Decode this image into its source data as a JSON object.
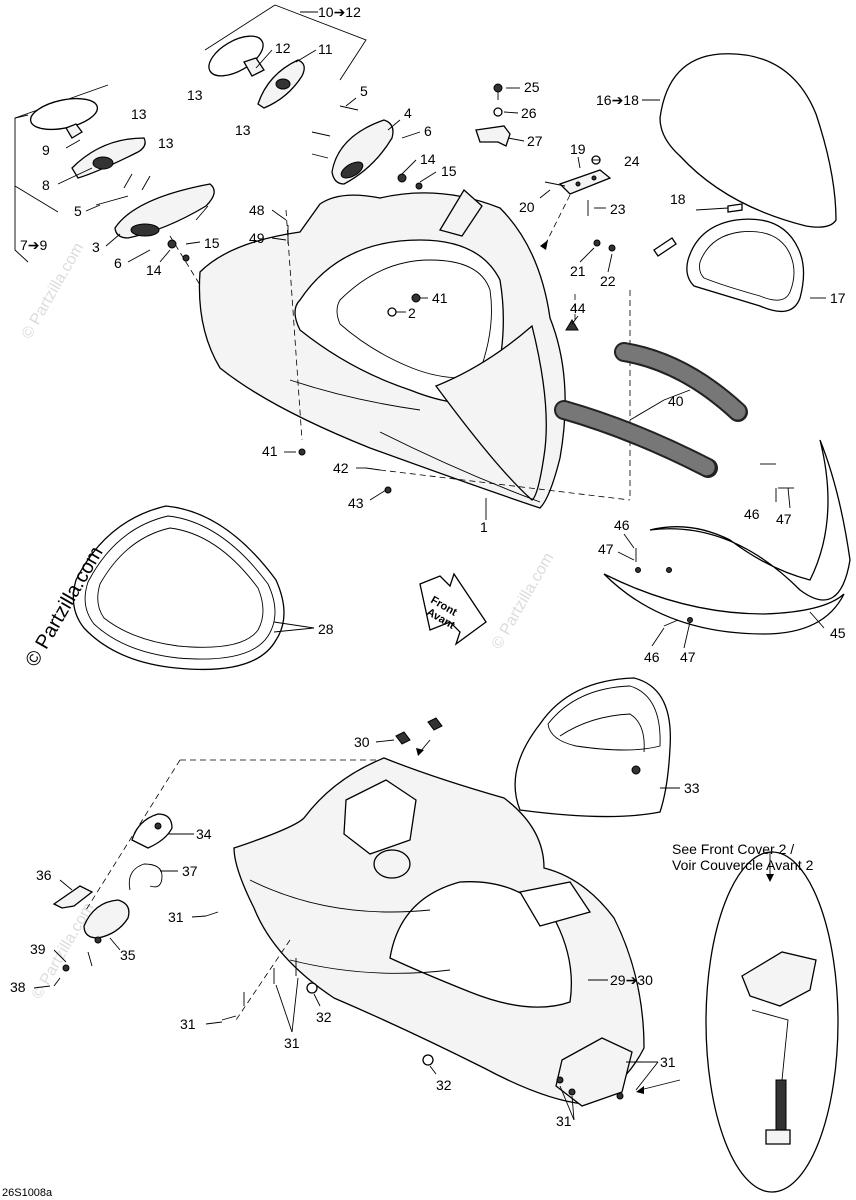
{
  "diagram": {
    "code": "26S1008a",
    "watermark_main": "© Partzilla.com",
    "watermark_faint": "© Partzilla.com",
    "front_arrow_line1": "Front",
    "front_arrow_line2": "Avant",
    "callout_line1": "See Front Cover 2 /",
    "callout_line2": "Voir Couvercle Avant 2",
    "labels": {
      "l10_12": "10➔12",
      "l12": "12",
      "l11": "11",
      "l13a": "13",
      "l13b": "13",
      "l13c": "13",
      "l13d": "13",
      "l9": "9",
      "l8": "8",
      "l7_9": "7➔9",
      "l5a": "5",
      "l5b": "5",
      "l4": "4",
      "l6a": "6",
      "l6b": "6",
      "l14a": "14",
      "l14b": "14",
      "l15a": "15",
      "l15b": "15",
      "l3": "3",
      "l25": "25",
      "l26": "26",
      "l27": "27",
      "l19": "19",
      "l24": "24",
      "l20": "20",
      "l23": "23",
      "l21": "21",
      "l22": "22",
      "l16_18": "16➔18",
      "l18": "18",
      "l17": "17",
      "l48": "48",
      "l49": "49",
      "l41a": "41",
      "l41b": "41",
      "l2": "2",
      "l44": "44",
      "l40": "40",
      "l42": "42",
      "l43": "43",
      "l1": "1",
      "l46a": "46",
      "l46b": "46",
      "l46c": "46",
      "l47a": "47",
      "l47b": "47",
      "l47c": "47",
      "l45": "45",
      "l28": "28",
      "l30": "30",
      "l33": "33",
      "l34": "34",
      "l36": "36",
      "l37": "37",
      "l31a": "31",
      "l31b": "31",
      "l31c": "31",
      "l31d": "31",
      "l31e": "31",
      "l35": "35",
      "l39": "39",
      "l38": "38",
      "l32a": "32",
      "l32b": "32",
      "l29_30": "29➔30"
    }
  }
}
